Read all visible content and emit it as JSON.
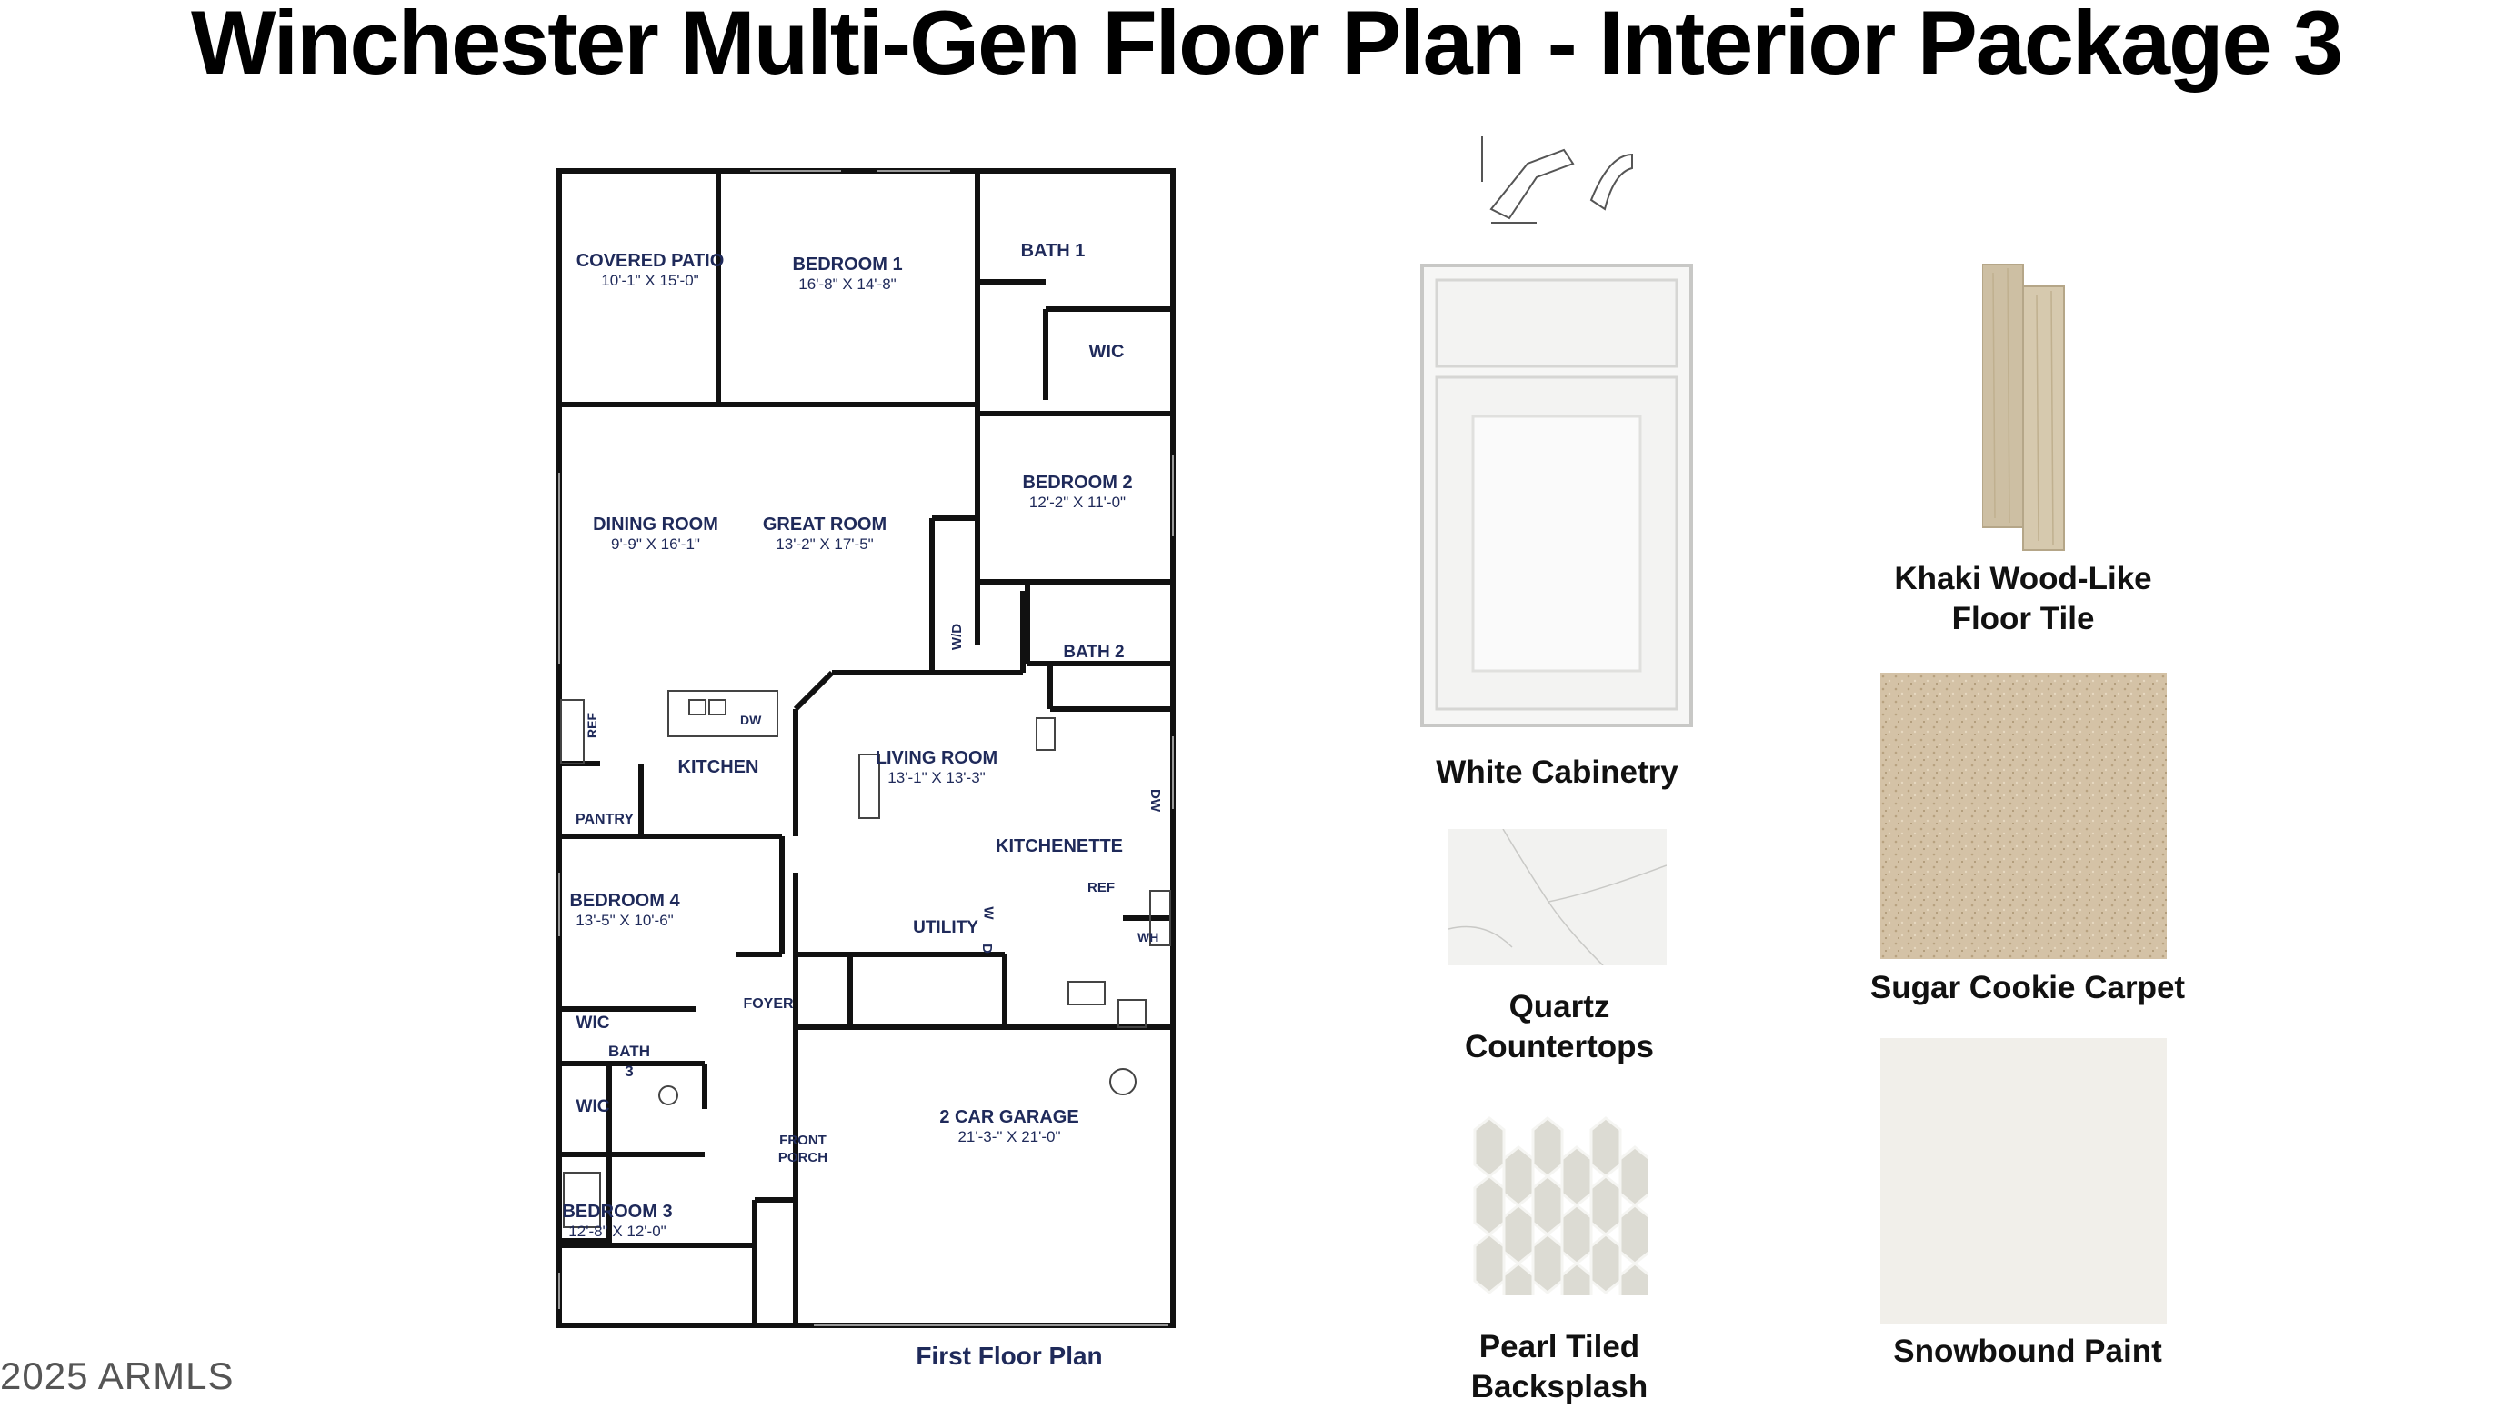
{
  "header": {
    "title": "Winchester Multi-Gen Floor Plan - Interior Package 3"
  },
  "floor_plan": {
    "caption": "First Floor Plan",
    "rooms": [
      {
        "name": "COVERED PATIO",
        "dims": "10'-1\" X 15'-0\""
      },
      {
        "name": "BEDROOM 1",
        "dims": "16'-8\" X 14'-8\""
      },
      {
        "name": "BATH 1",
        "dims": ""
      },
      {
        "name": "WIC",
        "dims": ""
      },
      {
        "name": "BEDROOM 2",
        "dims": "12'-2\" X 11'-0\""
      },
      {
        "name": "DINING ROOM",
        "dims": "9'-9\" X 16'-1\""
      },
      {
        "name": "GREAT ROOM",
        "dims": "13'-2\" X 17'-5\""
      },
      {
        "name": "BATH 2",
        "dims": ""
      },
      {
        "name": "KITCHEN",
        "dims": ""
      },
      {
        "name": "LIVING ROOM",
        "dims": "13'-1\" X 13'-3\""
      },
      {
        "name": "KITCHENETTE",
        "dims": ""
      },
      {
        "name": "PANTRY",
        "dims": ""
      },
      {
        "name": "BEDROOM 4",
        "dims": "13'-5\" X 10'-6\""
      },
      {
        "name": "UTILITY",
        "dims": ""
      },
      {
        "name": "FOYER",
        "dims": ""
      },
      {
        "name": "WIC",
        "dims": ""
      },
      {
        "name": "BATH 3",
        "dims": ""
      },
      {
        "name": "WIC",
        "dims": ""
      },
      {
        "name": "2 CAR GARAGE",
        "dims": "21'-3-\" X 21'-0\""
      },
      {
        "name": "FRONT PORCH",
        "dims": ""
      },
      {
        "name": "BEDROOM 3",
        "dims": "12'-8\" X 12'-0\""
      }
    ],
    "fixtures": {
      "w_d": "W/D",
      "ref": "REF",
      "dw": "DW",
      "wh": "WH",
      "w": "W",
      "d": "D"
    }
  },
  "swatches": [
    {
      "label": "White Cabinetry",
      "color": "#f4f4f2"
    },
    {
      "label": "Khaki Wood-Like Floor Tile",
      "color": "#cdbfa3"
    },
    {
      "label": "Quartz Countertops",
      "color": "#f2f2f0"
    },
    {
      "label": "Sugar Cookie Carpet",
      "color": "#d4c2a6"
    },
    {
      "label": "Pearl Tiled Backsplash",
      "color": "#dcdbd3"
    },
    {
      "label": "Snowbound Paint",
      "color": "#f1efea"
    }
  ],
  "watermark": "2025 ARMLS",
  "colors": {
    "plan_text": "#1f2a5a",
    "wall": "#111111"
  }
}
